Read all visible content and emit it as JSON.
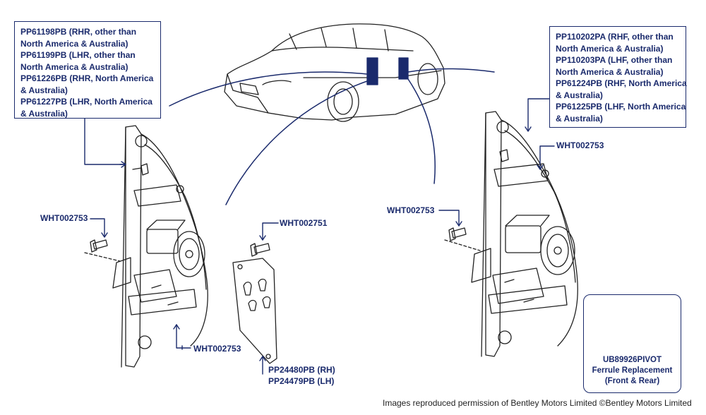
{
  "callouts": {
    "left_top": [
      "PP61198PB (RHR, other than",
      "North America & Australia)",
      "PP61199PB (LHR, other than",
      "North America & Australia)",
      "PP61226PB (RHR, North America",
      "& Australia)",
      "PP61227PB (LHR, North America",
      "& Australia)"
    ],
    "right_top": [
      "PP110202PA (RHF, other than",
      "North America & Australia)",
      "PP110203PA (LHF, other than",
      "North America & Australia)",
      "PP61224PB (RHF, North America",
      "& Australia)",
      "PP61225PB (LHF, North America",
      "& Australia)"
    ]
  },
  "labels": {
    "bolt_left": "WHT002753",
    "bolt_left_bottom": "WHT002753",
    "bolt_center": "WHT002751",
    "bolt_right_mid": "WHT002753",
    "bolt_right_top": "WHT002753",
    "cover_plate_rh": "PP24480PB (RH)",
    "cover_plate_lh": "PP24479PB (LH)"
  },
  "ferrule": {
    "part": "UB89926PIVOT",
    "desc": "Ferrule Replacement",
    "position": "(Front & Rear)"
  },
  "copyright": "Images reproduced permission of Bentley Motors Limited ©Bentley Motors Limited",
  "colors": {
    "accent": "#1a2a6c",
    "line": "#222222"
  }
}
